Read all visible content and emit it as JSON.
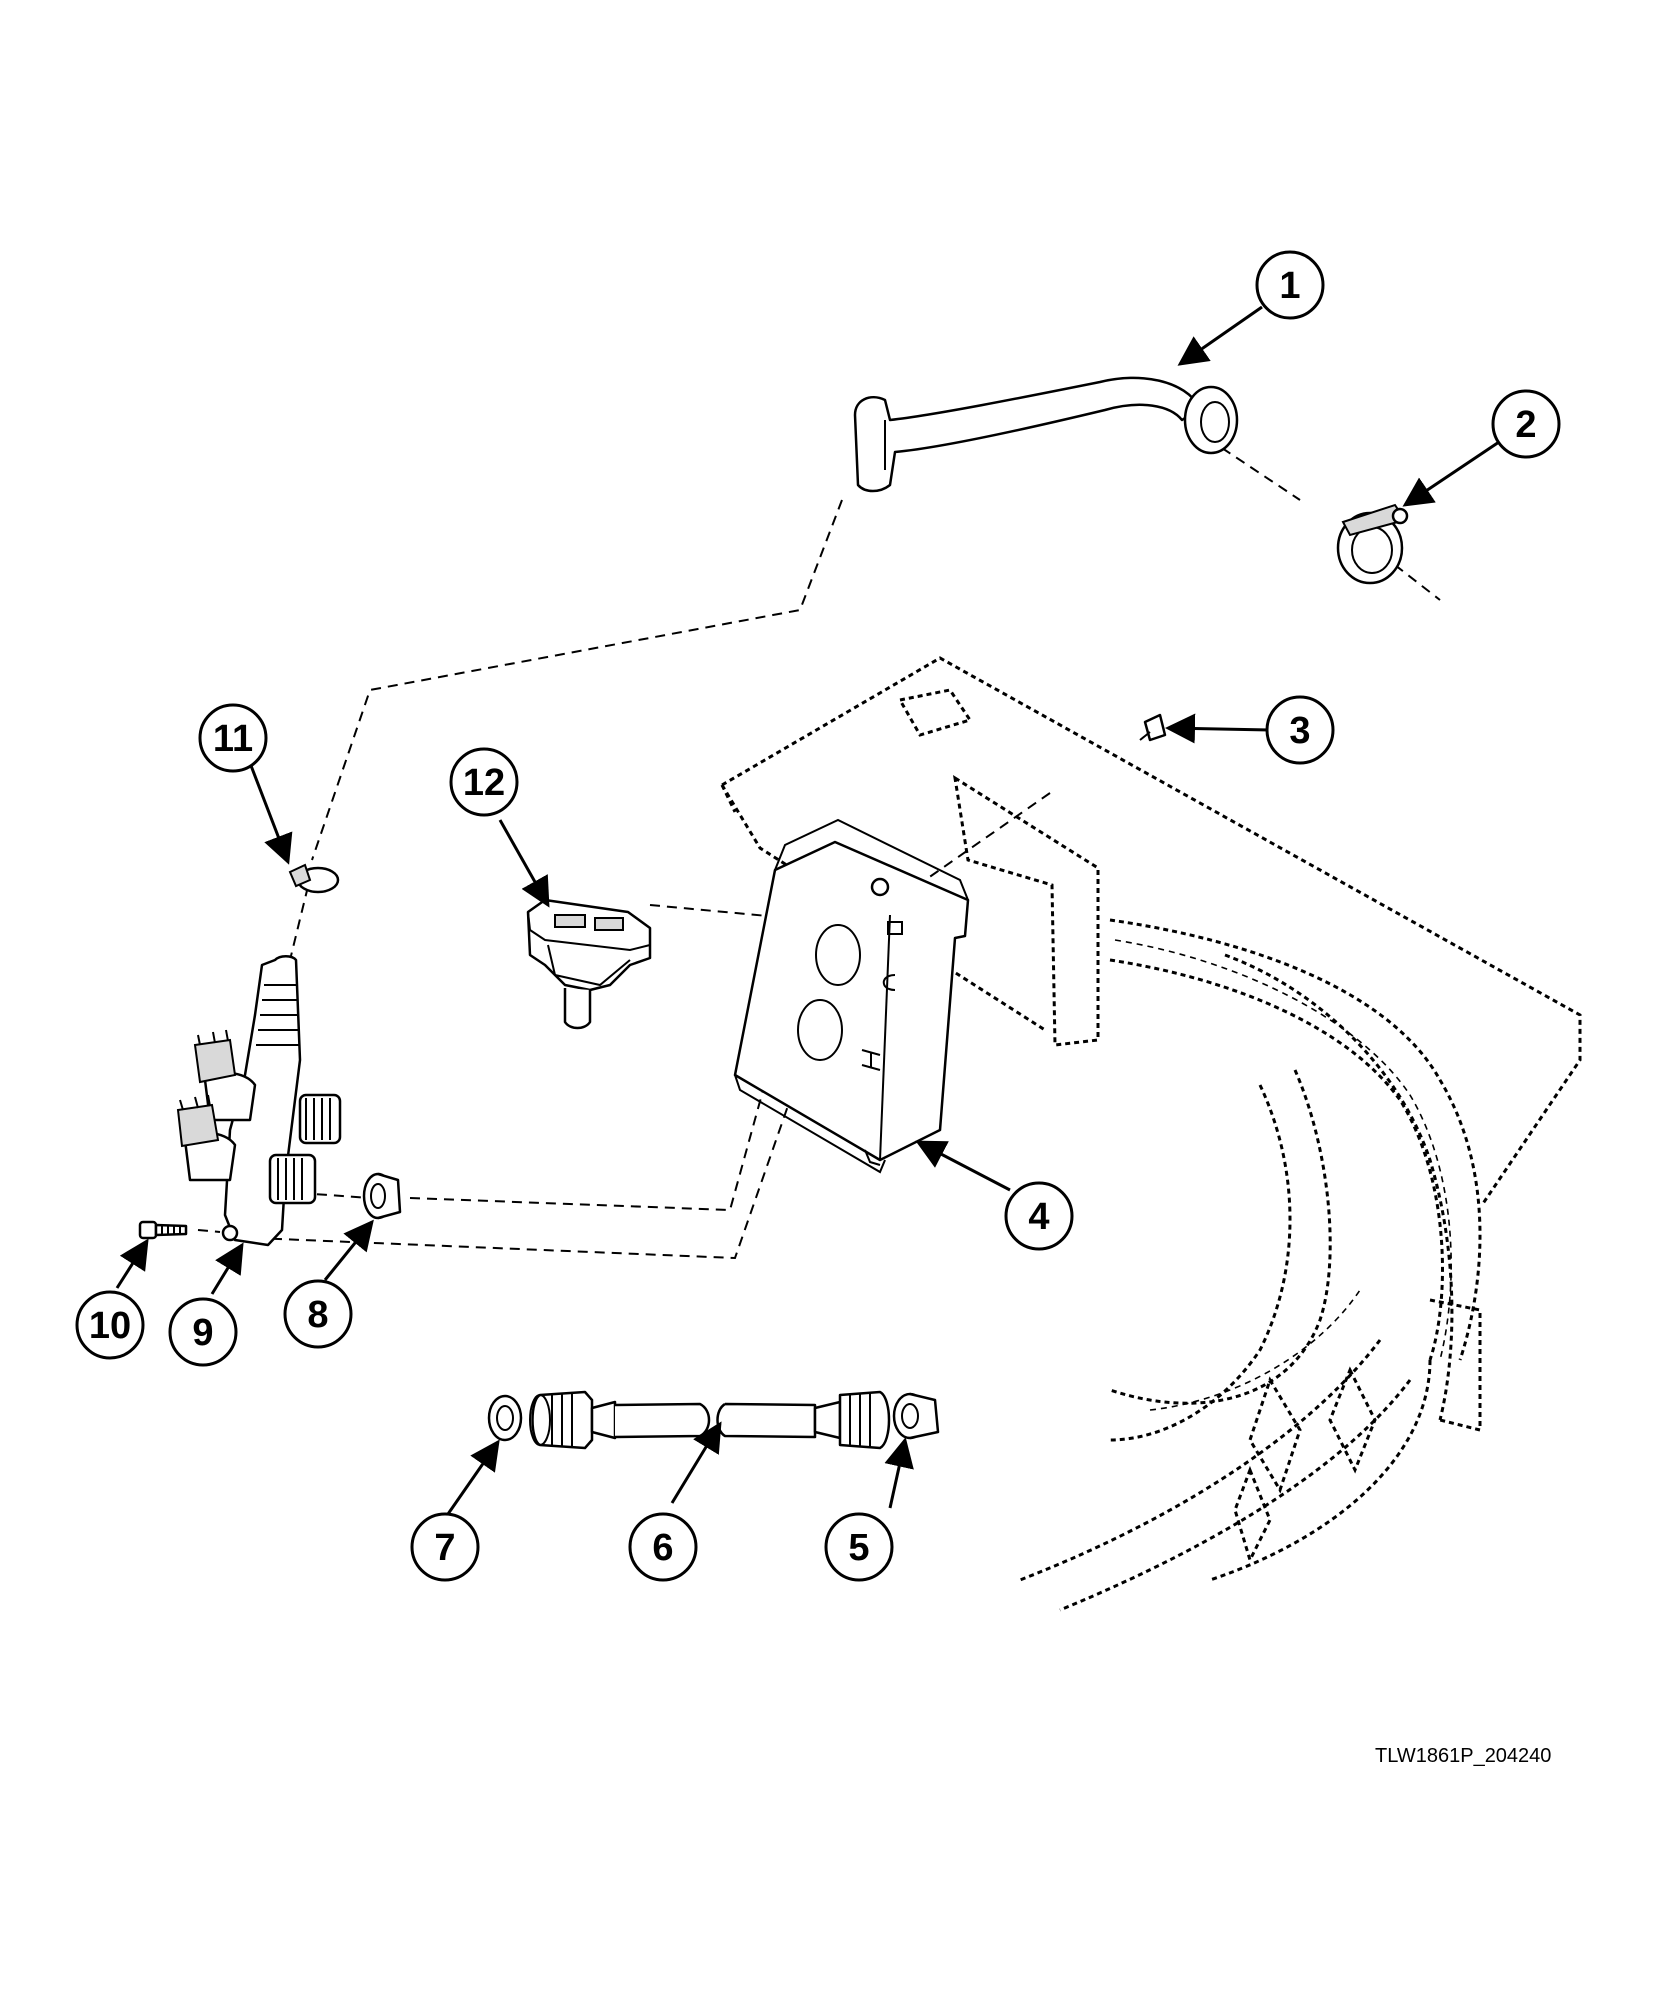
{
  "figure_code": "TLW1861P_204240",
  "callouts": [
    "1",
    "2",
    "3",
    "4",
    "5",
    "6",
    "7",
    "8",
    "9",
    "10",
    "11",
    "12"
  ]
}
